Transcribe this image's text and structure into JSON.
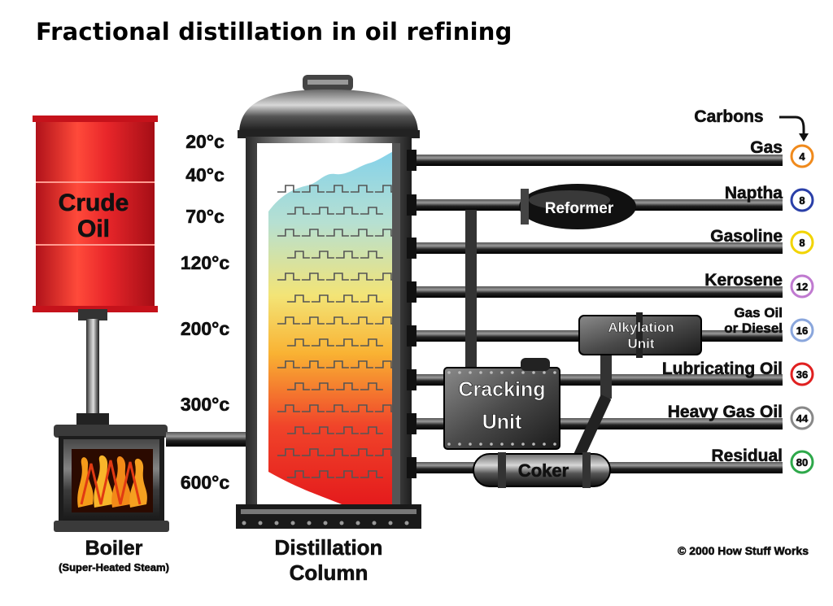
{
  "title": "Fractional distillation in oil refining",
  "crude_oil": {
    "line1": "Crude",
    "line2": "Oil"
  },
  "boiler": {
    "label": "Boiler",
    "sublabel": "(Super-Heated Steam)"
  },
  "column": {
    "line1": "Distillation",
    "line2": "Column"
  },
  "temperatures": [
    "20°c",
    "40°c",
    "70°c",
    "120°c",
    "200°c",
    "300°c",
    "600°c"
  ],
  "units": {
    "reformer": "Reformer",
    "alkylation_line1": "Alkylation",
    "alkylation_line2": "Unit",
    "cracking_line1": "Cracking",
    "cracking_line2": "Unit",
    "coker": "Coker"
  },
  "carbons_label": "Carbons",
  "products": [
    {
      "name": "Gas",
      "carbons": "4",
      "color": "#f08a1c"
    },
    {
      "name": "Naptha",
      "carbons": "8",
      "color": "#2a3fa8"
    },
    {
      "name": "Gasoline",
      "carbons": "8",
      "color": "#f2d400"
    },
    {
      "name": "Kerosene",
      "carbons": "12",
      "color": "#c07ad0"
    },
    {
      "name_line1": "Gas Oil",
      "name_line2": "or Diesel",
      "carbons": "16",
      "color": "#8aa6dc"
    },
    {
      "name": "Lubricating Oil",
      "carbons": "36",
      "color": "#e02020"
    },
    {
      "name": "Heavy Gas Oil",
      "carbons": "44",
      "color": "#888888"
    },
    {
      "name": "Residual",
      "carbons": "80",
      "color": "#2ea84a"
    }
  ],
  "copyright": "© 2000 How Stuff Works"
}
